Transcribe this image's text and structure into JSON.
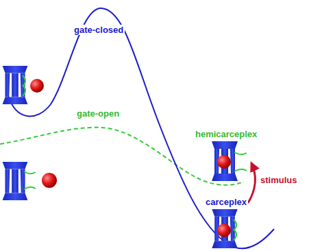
{
  "diagram": {
    "labels": [
      "gate-closed",
      "gate-open",
      "hemicarceplex",
      "carceplex",
      "stimulus"
    ]
  }
}
